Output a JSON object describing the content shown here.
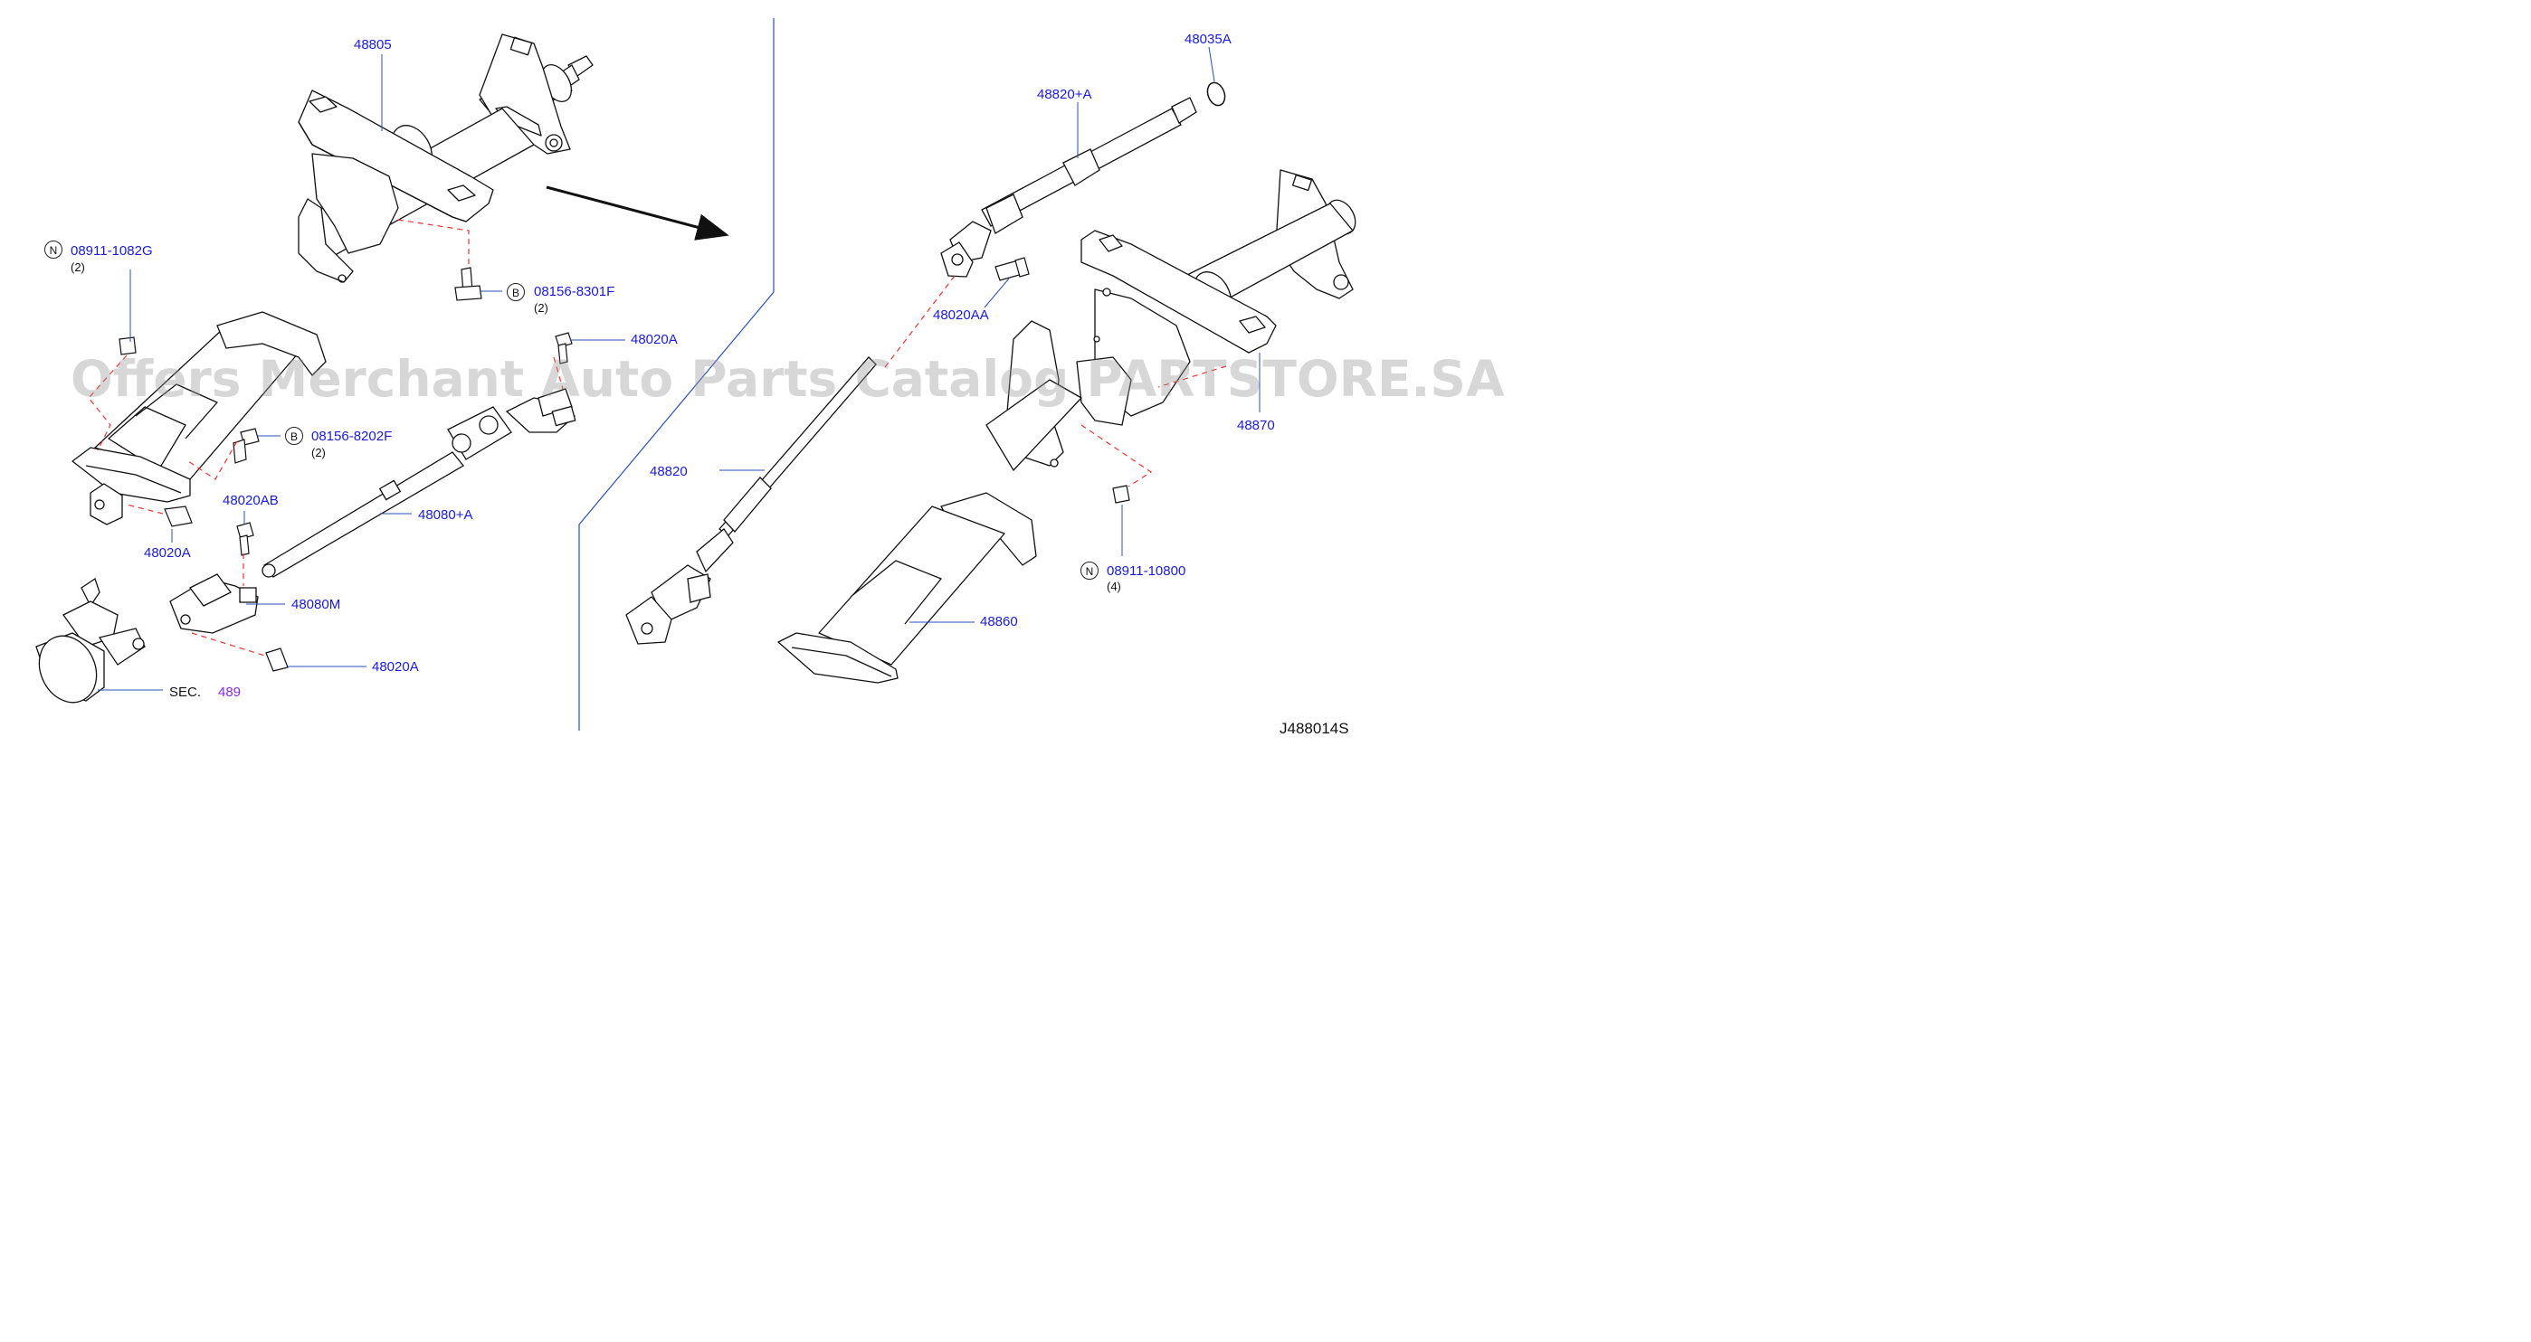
{
  "parts": {
    "p48805": "48805",
    "p48035a": "48035A",
    "p48820a": "48820+A",
    "p0891_1082g": "08911-1082G",
    "p0891_1082g_qty": "(2)",
    "p0815_8301f": "08156-8301F",
    "p0815_8301f_qty": "(2)",
    "p48020aa": "48020AA",
    "p48020a_top": "48020A",
    "p0815_8202f": "08156-8202F",
    "p0815_8202f_qty": "(2)",
    "p48870": "48870",
    "p48020ab": "48020AB",
    "p48820": "48820",
    "p48080a": "48080+A",
    "p48020a_left": "48020A",
    "p48080m": "48080M",
    "p0891_10800": "08911-10800",
    "p0891_10800_qty": "(4)",
    "p48860": "48860",
    "p48020a_bottom": "48020A",
    "sec_label": "SEC.",
    "sec_number": "489"
  },
  "markers": {
    "n1": "N",
    "b1": "B",
    "b2": "B",
    "n2": "N"
  },
  "watermark": "Offers Merchant Auto Parts Catalog PARTSTORE.SA",
  "diagram_code": "J488014S",
  "colors": {
    "label_blue": "#1a1adc",
    "leader_blue": "#2a50b8",
    "dash_red": "#e33",
    "section_link": "#8a2be2"
  }
}
